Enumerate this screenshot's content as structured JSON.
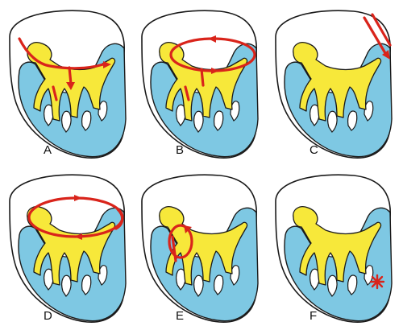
{
  "panels": [
    {
      "id": "A",
      "label": "A"
    },
    {
      "id": "B",
      "label": "B"
    },
    {
      "id": "C",
      "label": "C"
    },
    {
      "id": "D",
      "label": "D"
    },
    {
      "id": "E",
      "label": "E"
    },
    {
      "id": "F",
      "label": "F"
    }
  ],
  "colors": {
    "myocardium": "#7ec8e3",
    "conduction_system": "#f7e83a",
    "reentry_path": "#d9241b",
    "outline": "#1a1a1a"
  }
}
